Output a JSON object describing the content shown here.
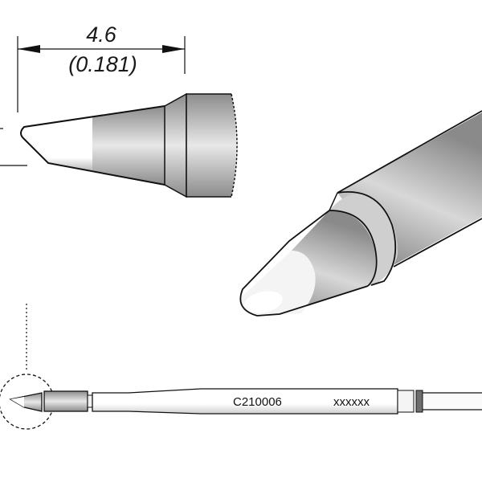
{
  "drawing": {
    "title": "Soldering cartridge tip technical drawing",
    "dimension": {
      "value_mm": "4.6",
      "value_in": "(0.181)"
    },
    "part_label": {
      "model": "C210006",
      "serial": "XXXXXX"
    },
    "views": [
      {
        "name": "side-profile-detail",
        "description": "Enlarged side view of bevel tip"
      },
      {
        "name": "isometric-detail",
        "description": "3D perspective of bevel tip"
      },
      {
        "name": "full-cartridge",
        "description": "Full cartridge side view with detail circle"
      }
    ],
    "colors": {
      "outline": "#111111",
      "tinned_tip": "#ffffff",
      "body_light": "#e6e6e6",
      "body_dark": "#8a8a8a",
      "band": "#6e6e6e"
    }
  }
}
